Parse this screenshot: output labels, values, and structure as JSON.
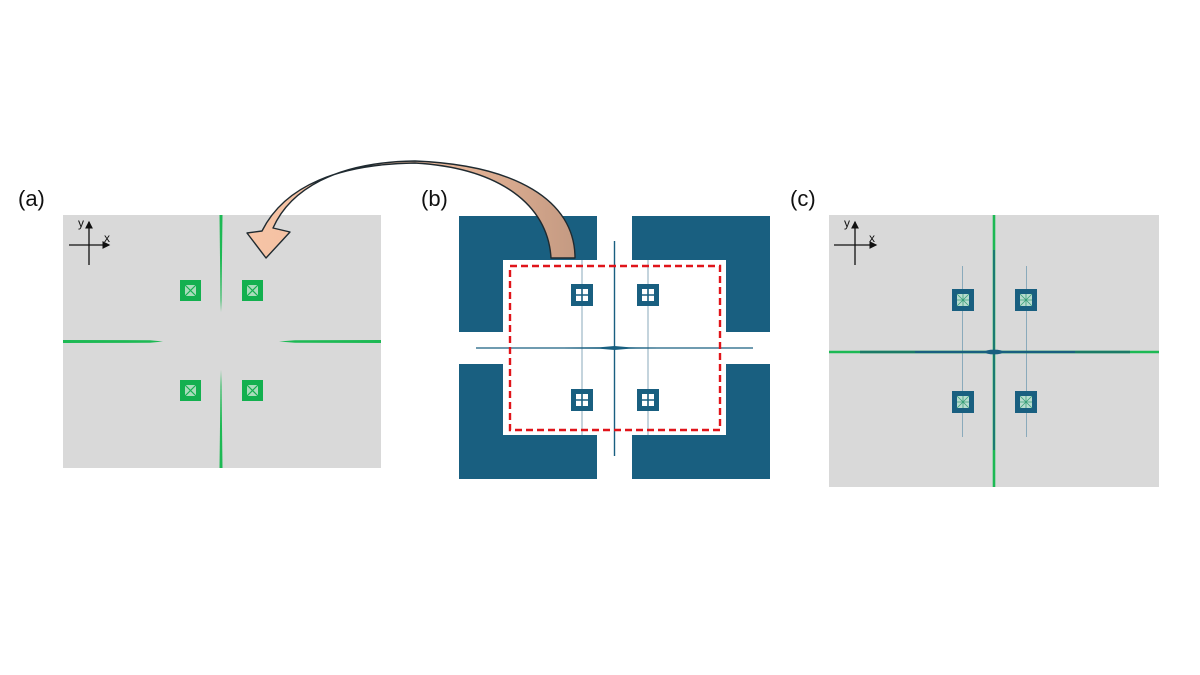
{
  "panels": [
    {
      "label": "(a)",
      "description": "Gray substrate with green cross lines and four green square pads with X marks",
      "axis": {
        "x": "x",
        "y": "y"
      }
    },
    {
      "label": "(b)",
      "description": "Blue electrode layout with four corner pads, central cross lines, four square pads with window grid, red dashed selection rectangle",
      "axis": null
    },
    {
      "label": "(c)",
      "description": "Gray substrate with green/blue cross lines and four blue square pads with patterned centers",
      "axis": {
        "x": "x",
        "y": "y"
      }
    }
  ],
  "arrow": {
    "from": "(b)",
    "to": "(a)",
    "description": "Curved arrow from dashed region in (b) to panel (a)"
  },
  "colors": {
    "substrate_gray": "#d9d9d9",
    "green": "#1db954",
    "dark_green": "#13a04a",
    "blue": "#195f80",
    "light_blue": "#8aaabb",
    "red_dash": "#e0141a",
    "arrow_light": "#f6c4a6",
    "arrow_dark": "#c49a82"
  }
}
